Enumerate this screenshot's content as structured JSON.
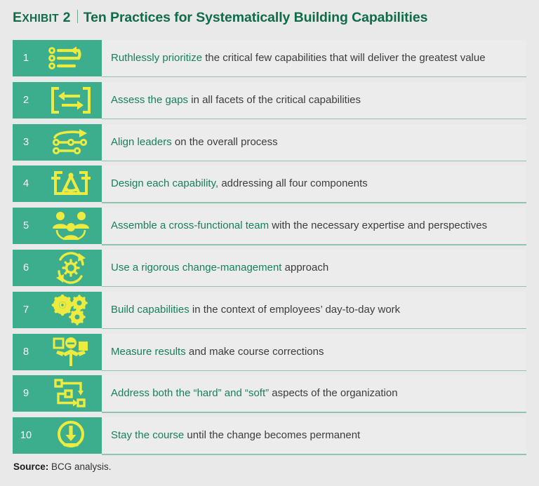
{
  "header": {
    "exhibit_label_caps": "E",
    "exhibit_label_rest": "XHIBIT",
    "exhibit_number": "2",
    "exhibit_label_full": "Exhibit 2",
    "title": "Ten Practices for Systematically Building Capabilities",
    "divider": "|"
  },
  "colors": {
    "tile_green": "#3dae8d",
    "icon_yellow": "#edeb3f",
    "title_green": "#0f6b48",
    "lead_green": "#17805b",
    "body_gray": "#3c3c3c",
    "panel_gray": "#ececec",
    "page_bg": "#e9e9e9",
    "divider_green": "#8fc5ae"
  },
  "practices": [
    {
      "number": "1",
      "icon": "prioritized-list-loop-icon",
      "lead": "Ruthlessly prioritize",
      "rest": " the critical few capabilities that will deliver the greatest value"
    },
    {
      "number": "2",
      "icon": "gap-arrows-brackets-icon",
      "lead": "Assess the gaps",
      "rest": " in all facets of the critical capabilities"
    },
    {
      "number": "3",
      "icon": "aligned-nodes-arrow-icon",
      "lead": "Align leaders",
      "rest": " on the overall process"
    },
    {
      "number": "4",
      "icon": "compass-drafting-icon",
      "lead": "Design each capability,",
      "rest": " addressing all four components"
    },
    {
      "number": "5",
      "icon": "cross-functional-team-icon",
      "lead": "Assemble a cross-functional team",
      "rest": " with the necessary expertise and perspectives"
    },
    {
      "number": "6",
      "icon": "gear-refresh-cycle-icon",
      "lead": "Use a rigorous change-management",
      "rest": " approach"
    },
    {
      "number": "7",
      "icon": "three-gears-icon",
      "lead": "Build capabilities",
      "rest": " in the context of employees’ day-to-day work"
    },
    {
      "number": "8",
      "icon": "person-holding-results-icon",
      "lead": "Measure results",
      "rest": " and make course corrections"
    },
    {
      "number": "9",
      "icon": "hard-soft-flow-nodes-icon",
      "lead": "Address both the “hard” and “soft”",
      "rest": " aspects of the organization"
    },
    {
      "number": "10",
      "icon": "down-arrow-circle-icon",
      "lead": "Stay the course",
      "rest": " until the change becomes permanent"
    }
  ],
  "footer": {
    "source_label": "Source:",
    "source_text": " BCG analysis."
  }
}
